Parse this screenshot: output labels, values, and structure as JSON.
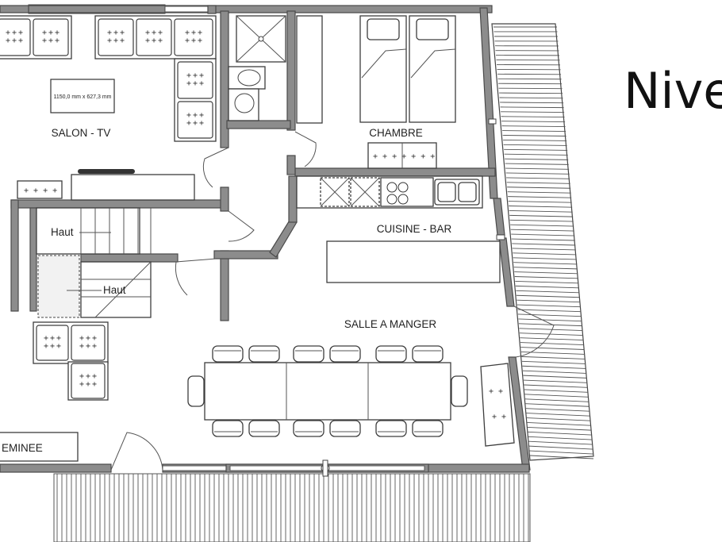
{
  "title": "Nive",
  "rooms": {
    "salon": "SALON - TV",
    "chambre": "CHAMBRE",
    "cuisine": "CUISINE - BAR",
    "salle": "SALLE A MANGER",
    "cheminee": "EMINEE"
  },
  "tv_dimension": "1150,0 mm x 627,3 mm",
  "stairs": {
    "up_label_1": "Haut",
    "up_label_2": "Haut"
  }
}
